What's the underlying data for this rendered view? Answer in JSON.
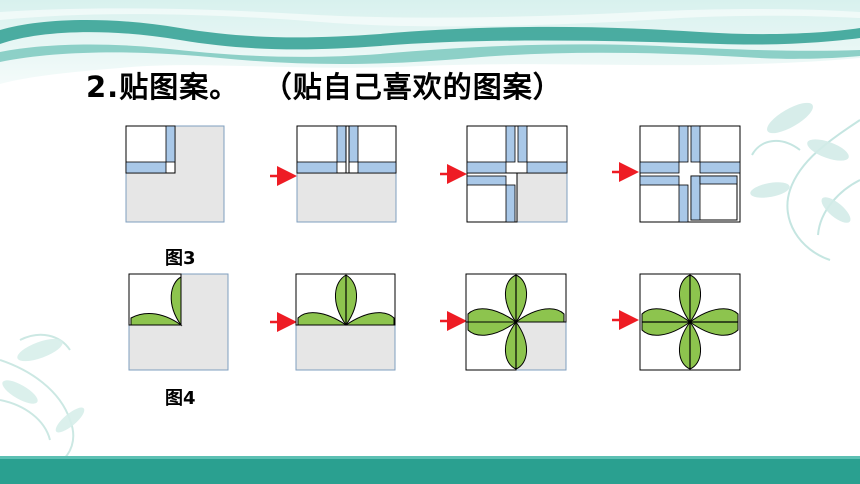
{
  "slide": {
    "title": "2.贴图案。",
    "title_note": "（贴自己喜欢的图案）",
    "figures": [
      {
        "label": "图3",
        "pattern": "squares-with-blue-strips",
        "steps": 4
      },
      {
        "label": "图4",
        "pattern": "green-petal-flower",
        "steps": 4
      }
    ],
    "colors": {
      "banner_teal": "#2f9f92",
      "banner_light": "#d5efec",
      "bottom_bar": "#2aa090",
      "blue_strip": "#a9c8e8",
      "petal_green": "#8dc44e",
      "panel_gray": "#e6e6e6",
      "arrow_red": "#ee1c24"
    }
  }
}
